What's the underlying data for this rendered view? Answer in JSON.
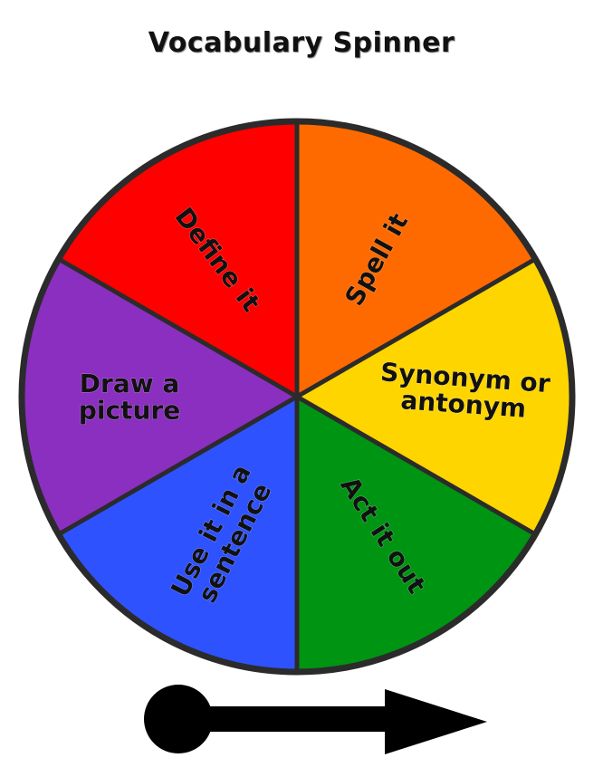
{
  "title": "Vocabulary Spinner",
  "segments": [
    {
      "lines": [
        "Define it"
      ],
      "color": "#ff0000"
    },
    {
      "lines": [
        "Spell it"
      ],
      "color": "#ff6a00"
    },
    {
      "lines": [
        "Synonym or",
        "antonym"
      ],
      "color": "#ffd500"
    },
    {
      "lines": [
        "Act it out"
      ],
      "color": "#009413"
    },
    {
      "lines": [
        "Use it in a",
        "sentence"
      ],
      "color": "#2f52ff"
    },
    {
      "lines": [
        "Draw a",
        "picture"
      ],
      "color": "#8b2fc0"
    }
  ],
  "colors": {
    "outline": "#2b2b2b",
    "pointer": "#000000"
  },
  "icons": {
    "pointer": "spinner-arrow-icon"
  }
}
